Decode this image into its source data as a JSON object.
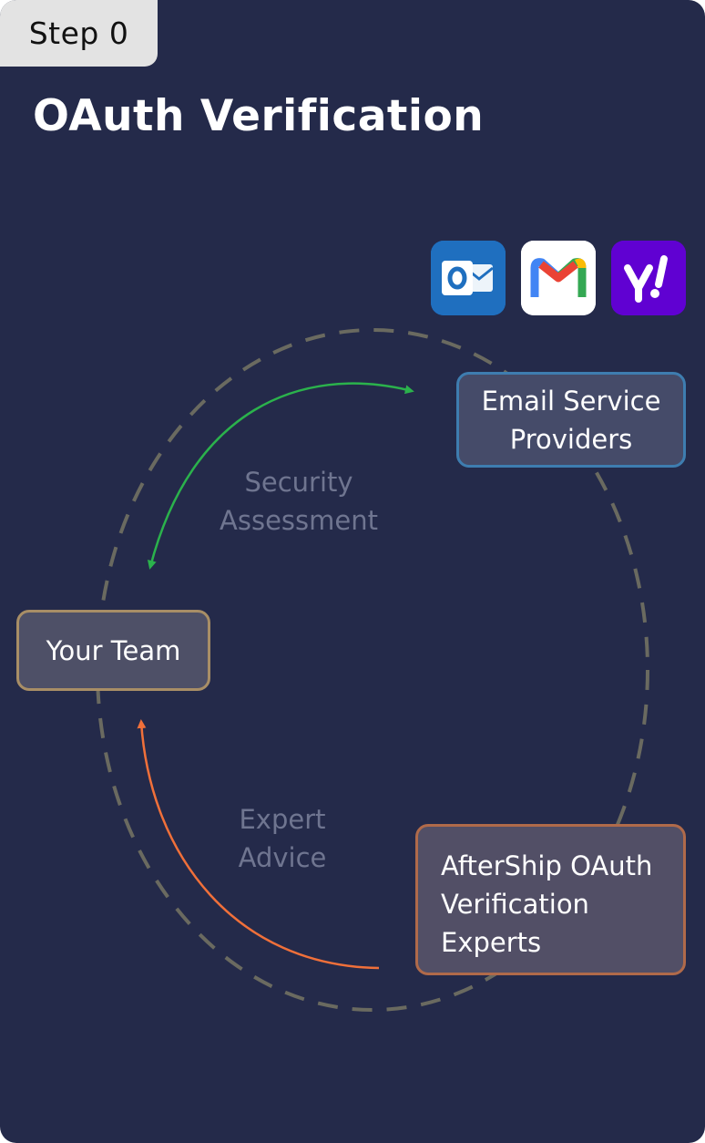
{
  "step_badge": "Step 0",
  "title": "OAuth Verification",
  "providers": [
    {
      "name": "outlook-icon",
      "color": "#1f6fbf"
    },
    {
      "name": "gmail-icon",
      "color": "#ffffff"
    },
    {
      "name": "yahoo-icon",
      "color": "#6001d2"
    }
  ],
  "nodes": {
    "team": "Your Team",
    "esp_line1": "Email Service",
    "esp_line2": "Providers",
    "experts_line1": "AfterShip OAuth",
    "experts_line2": "Verification",
    "experts_line3": "Experts"
  },
  "flows": {
    "security_line1": "Security",
    "security_line2": "Assessment",
    "expert_line1": "Expert",
    "expert_line2": "Advice"
  },
  "colors": {
    "background": "#242a4a",
    "security_arrow": "#2bb24c",
    "advice_arrow": "#f0703a",
    "team_border": "#a88e66",
    "esp_border": "#3e7db0",
    "experts_border": "#b06a4a"
  }
}
